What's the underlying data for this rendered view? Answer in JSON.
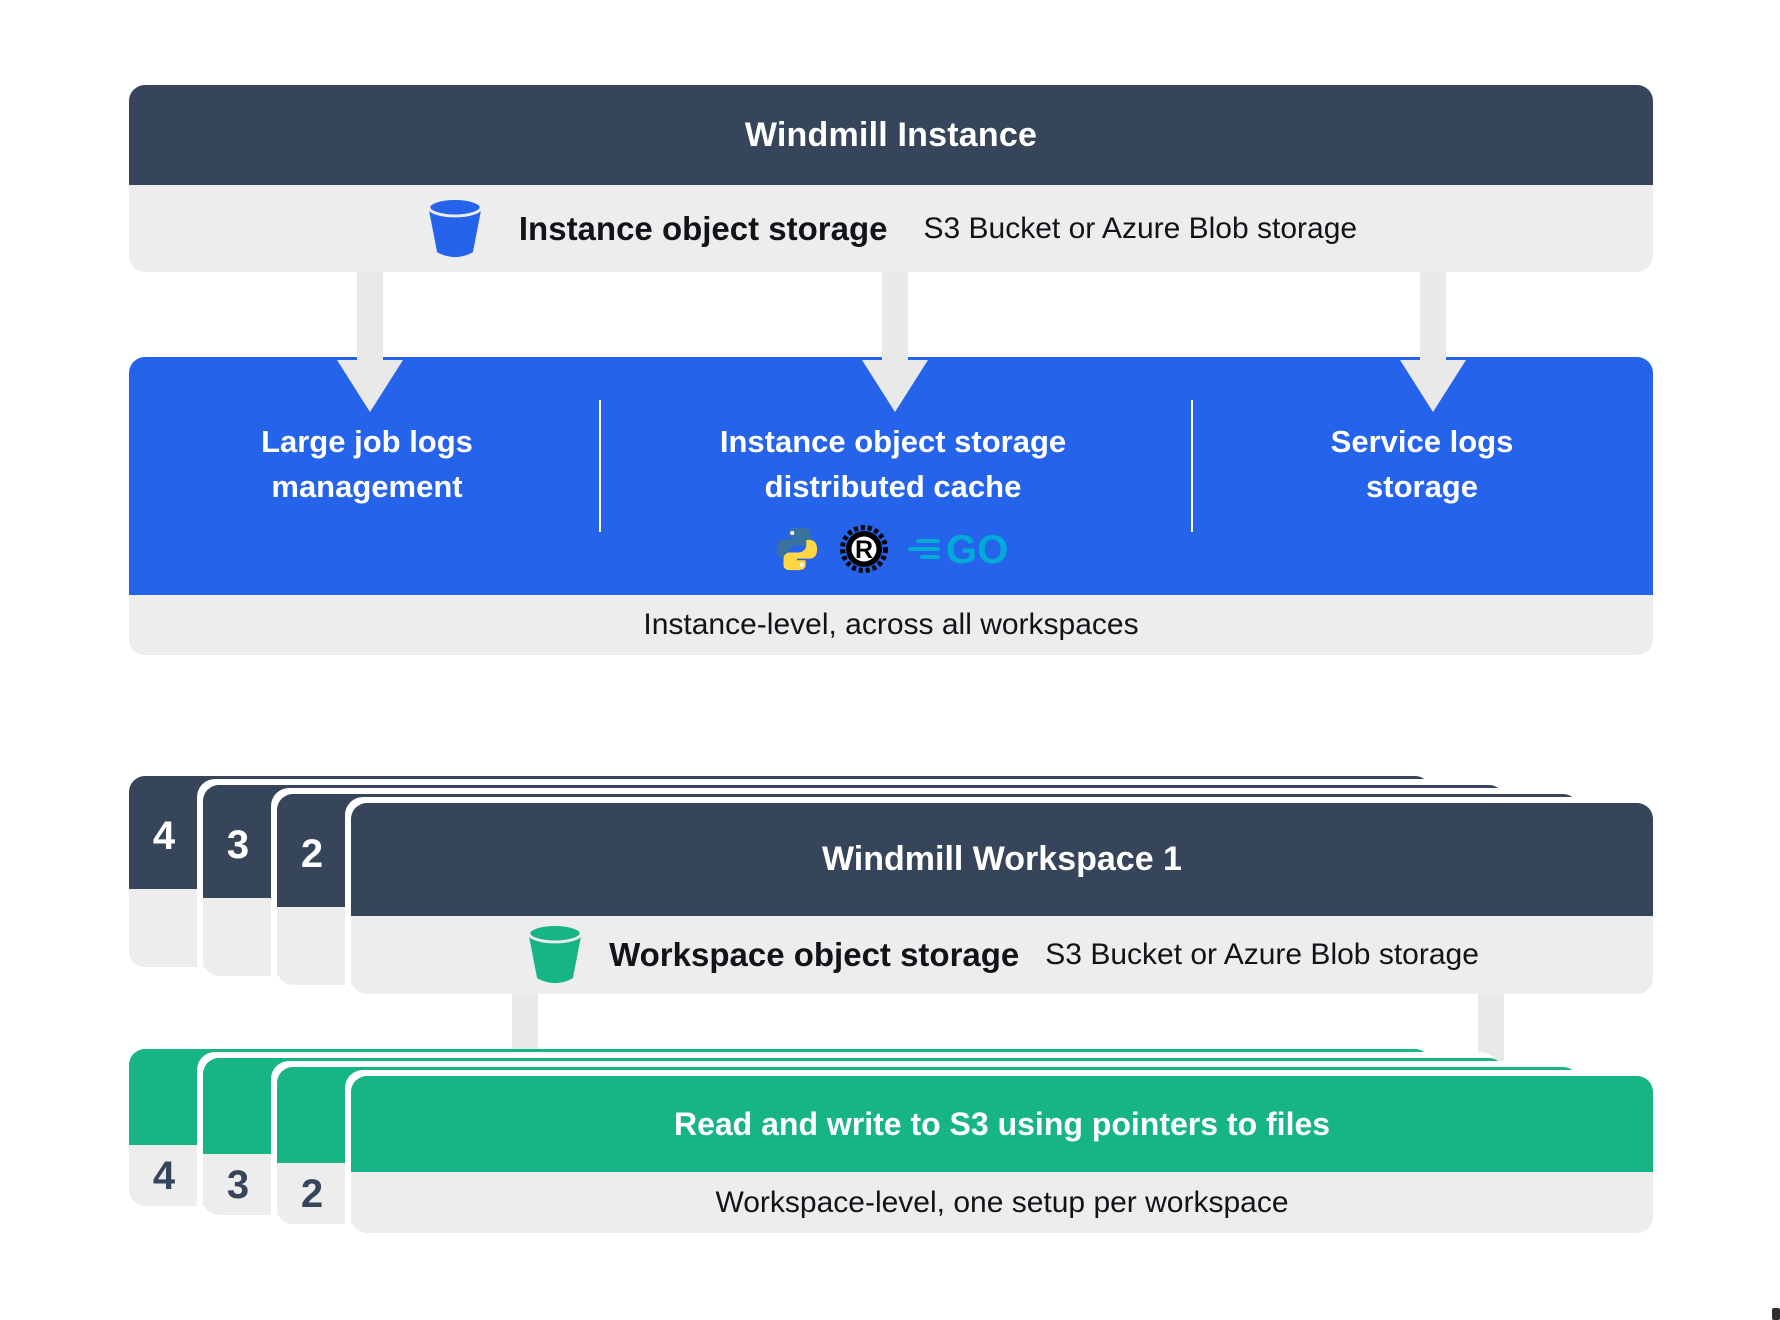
{
  "instance": {
    "title": "Windmill Instance",
    "storage": {
      "label": "Instance object storage",
      "sublabel": "S3 Bucket or Azure Blob storage"
    },
    "features": [
      {
        "lines": [
          "Large job logs",
          "management"
        ]
      },
      {
        "lines": [
          "Instance object storage",
          "distributed cache"
        ],
        "icons": [
          "python-icon",
          "rust-icon",
          "go-icon"
        ]
      },
      {
        "lines": [
          "Service logs",
          "storage"
        ]
      }
    ],
    "caption": "Instance-level, across all workspaces"
  },
  "workspace": {
    "title": "Windmill Workspace 1",
    "stack_numbers": [
      "4",
      "3",
      "2"
    ],
    "storage": {
      "label": "Workspace object storage",
      "sublabel": "S3 Bucket or Azure Blob storage"
    },
    "action": "Read and write to S3 using pointers to files",
    "caption": "Workspace-level, one setup per workspace"
  },
  "icons": {
    "go_text": "GO",
    "rust_letter": "R"
  },
  "colors": {
    "slate": "#36455a",
    "blue": "#2563eb",
    "green": "#17b486",
    "panel_gray": "#ededee",
    "arrow_gray": "#e9e9ea",
    "text_dark": "#101418",
    "python_blue": "#3b729f",
    "python_yellow": "#ffd643",
    "go_cyan": "#00acd7"
  }
}
